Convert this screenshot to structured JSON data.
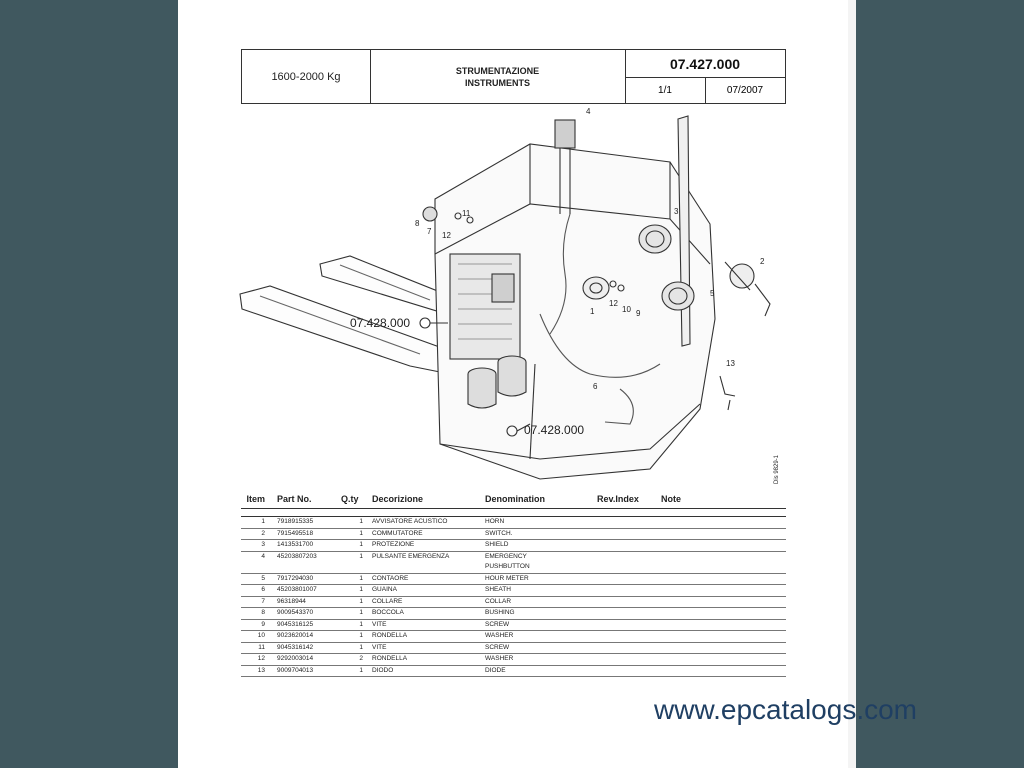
{
  "header": {
    "capacity": "1600-2000 Kg",
    "title_it": "STRUMENTAZIONE",
    "title_en": "INSTRUMENTS",
    "code": "07.427.000",
    "page": "1/1",
    "date": "07/2007"
  },
  "drawing": {
    "ref_a": "07.428.000",
    "ref_b": "07.428.000",
    "side_code": "Dis 9829-1",
    "callouts": [
      "1",
      "2",
      "3",
      "4",
      "5",
      "6",
      "7",
      "8",
      "9",
      "10",
      "11",
      "12",
      "12",
      "13"
    ]
  },
  "table": {
    "headers": {
      "item": "Item",
      "part_no": "Part No.",
      "qty": "Q.ty",
      "desc": "Decorizione",
      "denom": "Denomination",
      "rev": "Rev.Index",
      "note": "Note"
    },
    "rows": [
      {
        "item": "1",
        "part": "7918915335",
        "qty": "1",
        "desc": "AVVISATORE ACUSTICO",
        "den": "HORN",
        "den2": ""
      },
      {
        "item": "2",
        "part": "7915495518",
        "qty": "1",
        "desc": "COMMUTATORE",
        "den": "SWITCH.",
        "den2": ""
      },
      {
        "item": "3",
        "part": "1413531700",
        "qty": "1",
        "desc": "PROTEZIONE",
        "den": "SHIELD",
        "den2": ""
      },
      {
        "item": "4",
        "part": "45203807203",
        "qty": "1",
        "desc": "PULSANTE EMERGENZA",
        "den": "EMERGENCY",
        "den2": "PUSHBUTTON"
      },
      {
        "item": "5",
        "part": "7917294030",
        "qty": "1",
        "desc": "CONTAORE",
        "den": "HOUR METER",
        "den2": ""
      },
      {
        "item": "6",
        "part": "45203801007",
        "qty": "1",
        "desc": "GUAINA",
        "den": "SHEATH",
        "den2": ""
      },
      {
        "item": "7",
        "part": "96318944",
        "qty": "1",
        "desc": "COLLARE",
        "den": "COLLAR",
        "den2": ""
      },
      {
        "item": "8",
        "part": "9009543370",
        "qty": "1",
        "desc": "BOCCOLA",
        "den": "BUSHING",
        "den2": ""
      },
      {
        "item": "9",
        "part": "9045316125",
        "qty": "1",
        "desc": "VITE",
        "den": "SCREW",
        "den2": ""
      },
      {
        "item": "10",
        "part": "9023620014",
        "qty": "1",
        "desc": "RONDELLA",
        "den": "WASHER",
        "den2": ""
      },
      {
        "item": "11",
        "part": "9045316142",
        "qty": "1",
        "desc": "VITE",
        "den": "SCREW",
        "den2": ""
      },
      {
        "item": "12",
        "part": "9292003014",
        "qty": "2",
        "desc": "RONDELLA",
        "den": "WASHER",
        "den2": ""
      },
      {
        "item": "13",
        "part": "9009704013",
        "qty": "1",
        "desc": "DIODO",
        "den": "DIODE",
        "den2": ""
      }
    ]
  },
  "watermark": "www.epcatalogs.com"
}
